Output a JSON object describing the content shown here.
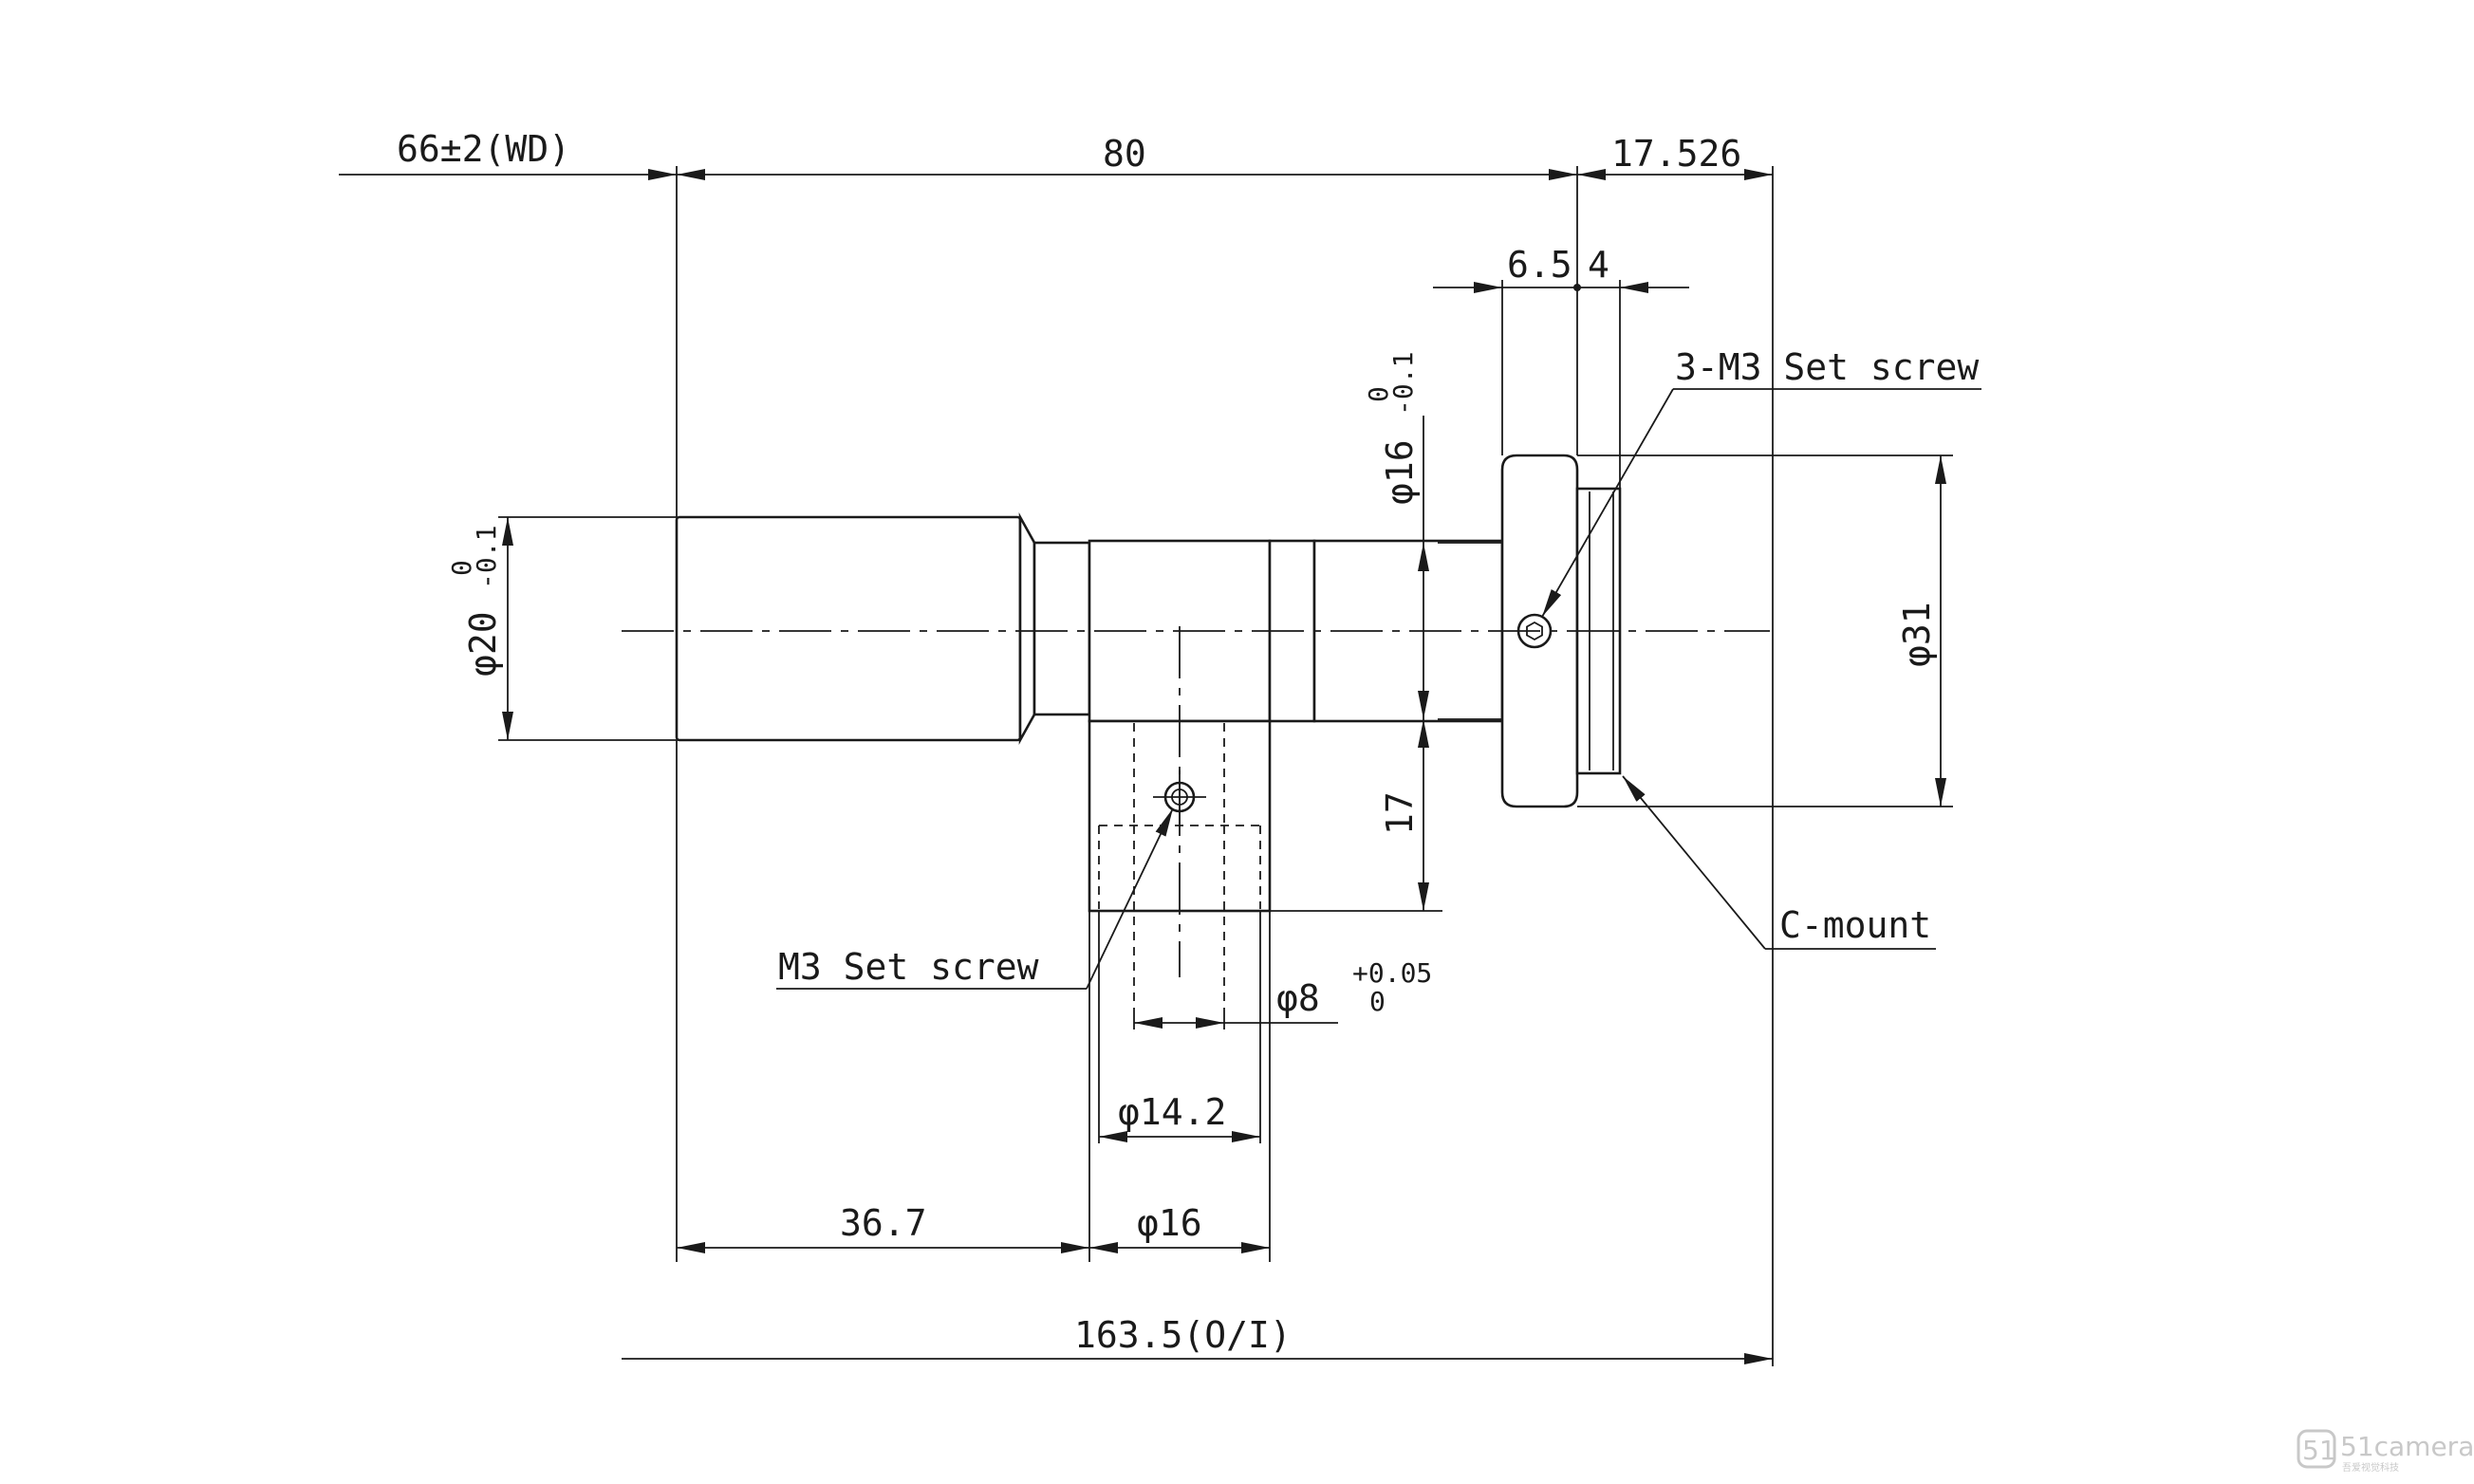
{
  "dimensions": {
    "working_distance": "66±2(WD)",
    "lens_length": "80",
    "flange_back": "17.526",
    "flange_thickness": "6.5",
    "mount_thread": "4",
    "barrel_dia_symbol": "φ",
    "barrel_dia_value": "16",
    "barrel_dia_tol_upper": "0",
    "barrel_dia_tol_lower": "-0.1",
    "front_dia_symbol": "φ",
    "front_dia_value": "20",
    "front_dia_tol_upper": "0",
    "front_dia_tol_lower": "-0.1",
    "flange_dia": "φ31",
    "port_height": "17",
    "port_inner_dia": "φ8",
    "port_inner_tol_upper": "+0.05",
    "port_inner_tol_lower": "0",
    "port_mid_dia": "φ14.2",
    "port_outer_dia": "φ16",
    "port_offset": "36.7",
    "total_length": "163.5(O/I)"
  },
  "notes": {
    "set_screw_flange": "3-M3 Set screw",
    "set_screw_port": "M3 Set screw",
    "mount": "C-mount"
  },
  "watermark": {
    "logo_glyph": "51",
    "brand": "51camera",
    "tagline": "吾爱视觉科技"
  },
  "colors": {
    "line": "#1a1a1a",
    "background": "#ffffff",
    "watermark": "#c8c8c8"
  }
}
